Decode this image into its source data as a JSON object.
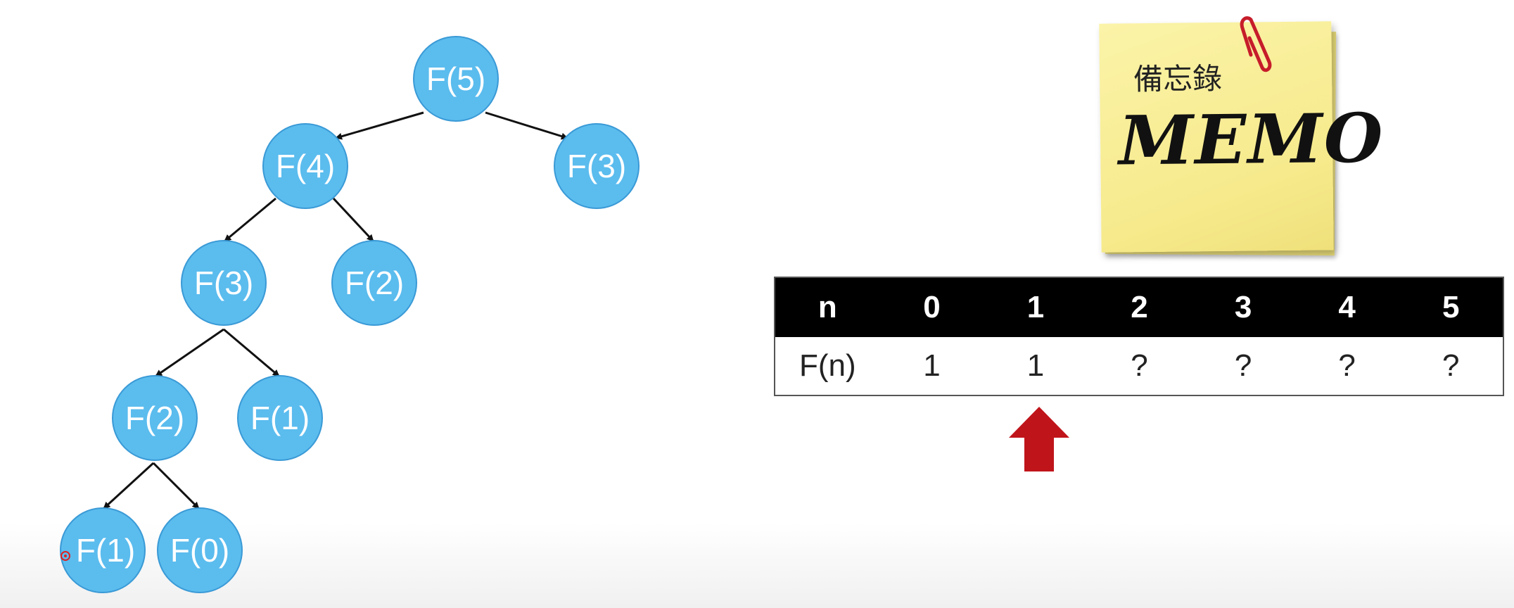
{
  "tree": {
    "nodes": [
      {
        "label": "F(5)"
      },
      {
        "label": "F(4)"
      },
      {
        "label": "F(3)"
      },
      {
        "label": "F(3)"
      },
      {
        "label": "F(2)"
      },
      {
        "label": "F(2)"
      },
      {
        "label": "F(1)"
      },
      {
        "label": "F(1)"
      },
      {
        "label": "F(0)"
      }
    ],
    "node_color": "#5bbcee",
    "node_border": "#3a9ad6"
  },
  "memo_note": {
    "title": "備忘錄",
    "text": "MEMO",
    "color": "#f8ee98"
  },
  "memo_table": {
    "header": [
      "n",
      "0",
      "1",
      "2",
      "3",
      "4",
      "5"
    ],
    "row": [
      "F(n)",
      "1",
      "1",
      "?",
      "?",
      "?",
      "?"
    ]
  },
  "pointer": {
    "color": "#c0141b",
    "icon": "up-arrow-icon"
  }
}
